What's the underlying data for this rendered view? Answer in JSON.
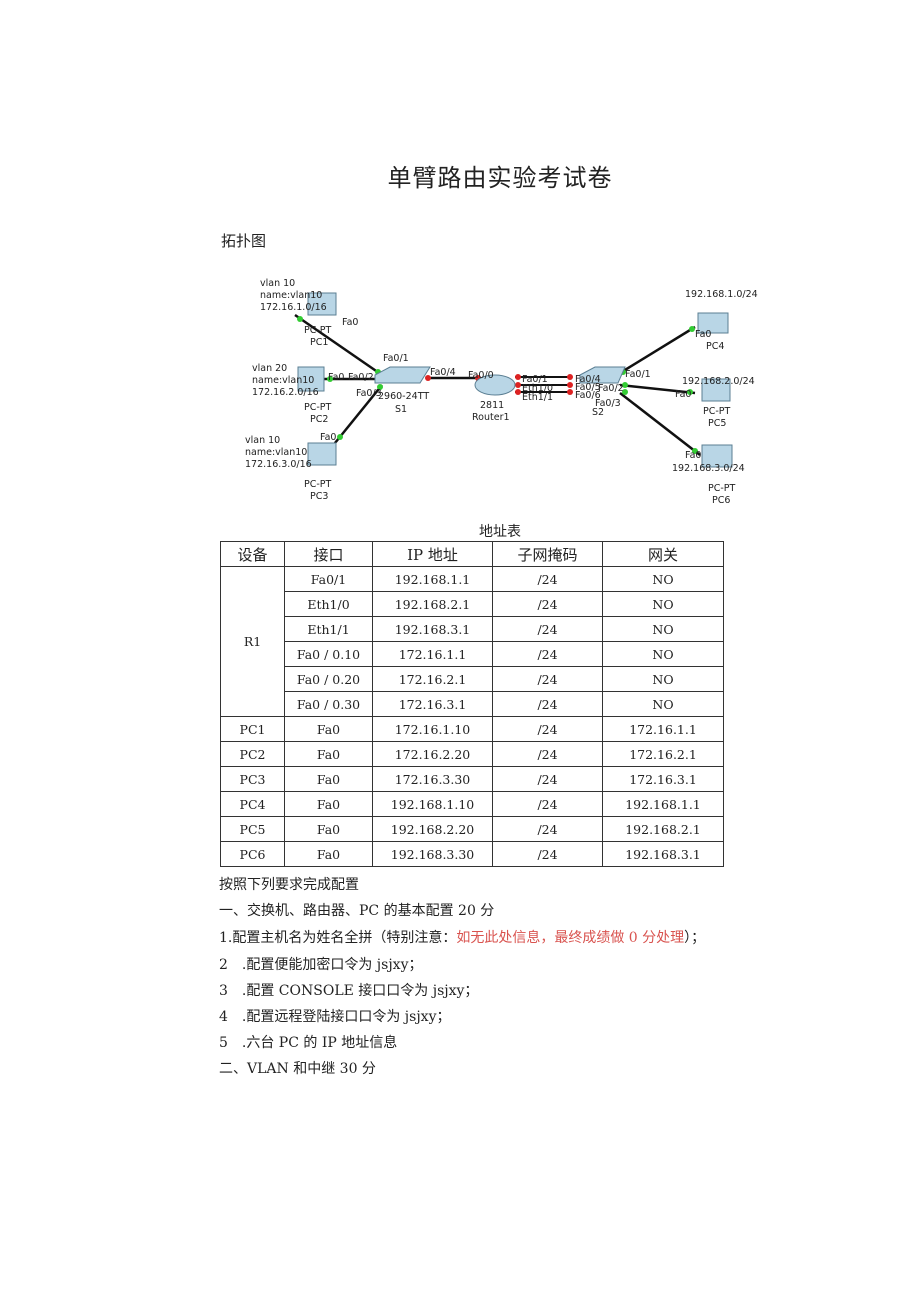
{
  "title": "单臂路由实验考试卷",
  "topology_label": "拓扑图",
  "diagram": {
    "pc1": {
      "info": [
        "vlan 10",
        "name:vlan10",
        "172.16.1.0/16"
      ],
      "type": "PC-PT",
      "name": "PC1",
      "port": "Fa0"
    },
    "pc2": {
      "info": [
        "vlan 20",
        "name:vlan10",
        "172.16.2.0/16"
      ],
      "type": "PC-PT",
      "name": "PC2",
      "port": "Fa0"
    },
    "pc3": {
      "info": [
        "vlan 10",
        "name:vlan10",
        "172.16.3.0/16"
      ],
      "type": "PC-PT",
      "name": "PC3",
      "port": "Fa0"
    },
    "s1": {
      "model": "2960-24TT",
      "name": "S1",
      "ports": [
        "Fa0/1",
        "Fa0/2",
        "Fa0/3",
        "Fa0/4"
      ]
    },
    "router": {
      "model": "2811",
      "name": "Router1",
      "ports": [
        "Fa0/0",
        "Fa0/1",
        "Eth1/0",
        "Eth1/1"
      ]
    },
    "s2": {
      "name": "S2",
      "ports": [
        "Fa0/4",
        "Fa0/5",
        "Fa0/6",
        "Fa0/1",
        "Fa0/2",
        "Fa0/3"
      ]
    },
    "pc4": {
      "net": "192.168.1.0/24",
      "type": "PC-PT",
      "name": "PC4",
      "port": "Fa0"
    },
    "pc5": {
      "net": "192.168.2.0/24",
      "type": "PC-PT",
      "name": "PC5",
      "port": "Fa0"
    },
    "pc6": {
      "net": "192.168.3.0/24",
      "type": "PC-PT",
      "name": "PC6",
      "port": "Fa0"
    }
  },
  "table": {
    "caption": "地址表",
    "headers": [
      "设备",
      "接口",
      "IP 地址",
      "子网掩码",
      "网关"
    ],
    "r1_label": "R1",
    "r1_rows": [
      [
        "Fa0/1",
        "192.168.1.1",
        "/24",
        "NO"
      ],
      [
        "Eth1/0",
        "192.168.2.1",
        "/24",
        "NO"
      ],
      [
        "Eth1/1",
        "192.168.3.1",
        "/24",
        "NO"
      ],
      [
        "Fa0 / 0.10",
        "172.16.1.1",
        "/24",
        "NO"
      ],
      [
        "Fa0 / 0.20",
        "172.16.2.1",
        "/24",
        "NO"
      ],
      [
        "Fa0 / 0.30",
        "172.16.3.1",
        "/24",
        "NO"
      ]
    ],
    "pc_rows": [
      [
        "PC1",
        "Fa0",
        "172.16.1.10",
        "/24",
        "172.16.1.1"
      ],
      [
        "PC2",
        "Fa0",
        "172.16.2.20",
        "/24",
        "172.16.2.1"
      ],
      [
        "PC3",
        "Fa0",
        "172.16.3.30",
        "/24",
        "172.16.3.1"
      ],
      [
        "PC4",
        "Fa0",
        "192.168.1.10",
        "/24",
        "192.168.1.1"
      ],
      [
        "PC5",
        "Fa0",
        "192.168.2.20",
        "/24",
        "192.168.2.1"
      ],
      [
        "PC6",
        "Fa0",
        "192.168.3.30",
        "/24",
        "192.168.3.1"
      ]
    ]
  },
  "instructions": {
    "intro": "按照下列要求完成配置",
    "section1": "一、交换机、路由器、PC 的基本配置 20 分",
    "item1_a": "1.配置主机名为姓名全拼（特别注意：",
    "item1_red": "如无此处信息，最终成绩做 0 分处理",
    "item1_b": "）；",
    "item2": "2　.配置便能加密口令为 jsjxy；",
    "item3": "3　.配置 CONSOLE 接口口令为 jsjxy；",
    "item4": "4　.配置远程登陆接口口令为 jsjxy；",
    "item5": "5　.六台 PC 的 IP 地址信息",
    "section2": "二、VLAN 和中继 30 分"
  },
  "colors": {
    "warning": "#d9534f",
    "link_up": "#33cc33",
    "link_down": "#dd2222"
  }
}
